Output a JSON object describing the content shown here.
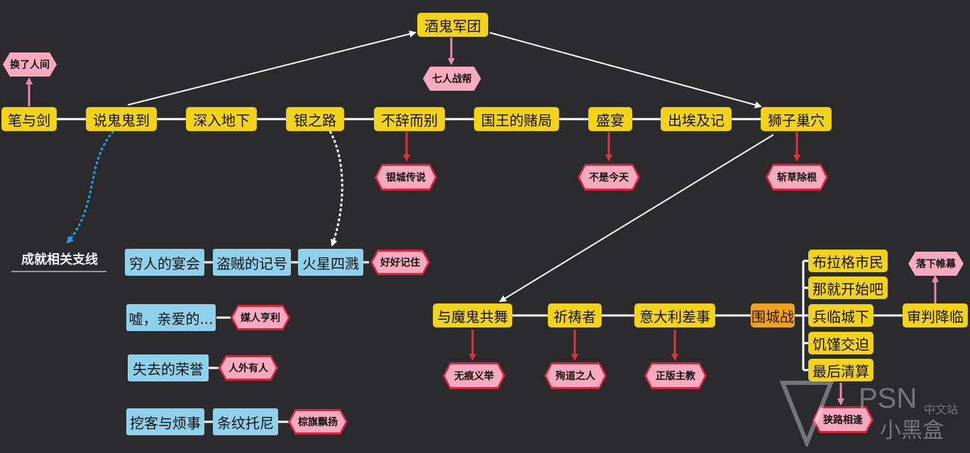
{
  "colors": {
    "background": "#2b2b2d",
    "main_node": "#f3d21a",
    "highlight_node": "#f0a31a",
    "side_node": "#8fd0ea",
    "pink_hexagon": "#f7a9c0",
    "red_border": "#d8233a",
    "red_arrow": "#e0323d",
    "pink_arrow": "#e48ab0",
    "blue_dashed_arrow": "#1e9ee6",
    "connector": "#ffffff"
  },
  "diagram": {
    "top": {
      "legion": "酒鬼军团",
      "legion_child": "七人战帮"
    },
    "main_chain": [
      "笔与剑",
      "说鬼鬼到",
      "深入地下",
      "银之路",
      "不辞而别",
      "国王的赌局",
      "盛宴",
      "出埃及记",
      "狮子巢穴"
    ],
    "above_first": "换了人间",
    "below_main": {
      "farewell": "银城传说",
      "feast": "不是今天",
      "lion": "斩草除根"
    },
    "lower_chain": [
      "与魔鬼共舞",
      "祈祷者",
      "意大利差事",
      "围城战"
    ],
    "below_lower": {
      "dance": "无痕义举",
      "prayer": "殉道之人",
      "italy": "正版主教"
    },
    "siege_branches": [
      "布拉格市民",
      "那就开始吧",
      "兵临城下",
      "饥馑交迫",
      "最后清算"
    ],
    "final": "审判降临",
    "final_above": "落下帷幕",
    "bottom_right": "狭路相逢",
    "side_title": "成就相关支线",
    "side_rows": [
      {
        "items": [
          "穷人的宴会",
          "盗贼的记号",
          "火星四溅"
        ],
        "reward": "好好记住"
      },
      {
        "items": [
          "嘘，亲爱的..."
        ],
        "reward": "媒人亨利"
      },
      {
        "items": [
          "失去的荣誉"
        ],
        "reward": "人外有人"
      },
      {
        "items": [
          "挖客与烦事",
          "条纹托尼"
        ],
        "reward": "棕旗飘扬"
      }
    ]
  },
  "watermark": {
    "brand": "PSN",
    "site": "中文站",
    "name": "小黑盒"
  }
}
